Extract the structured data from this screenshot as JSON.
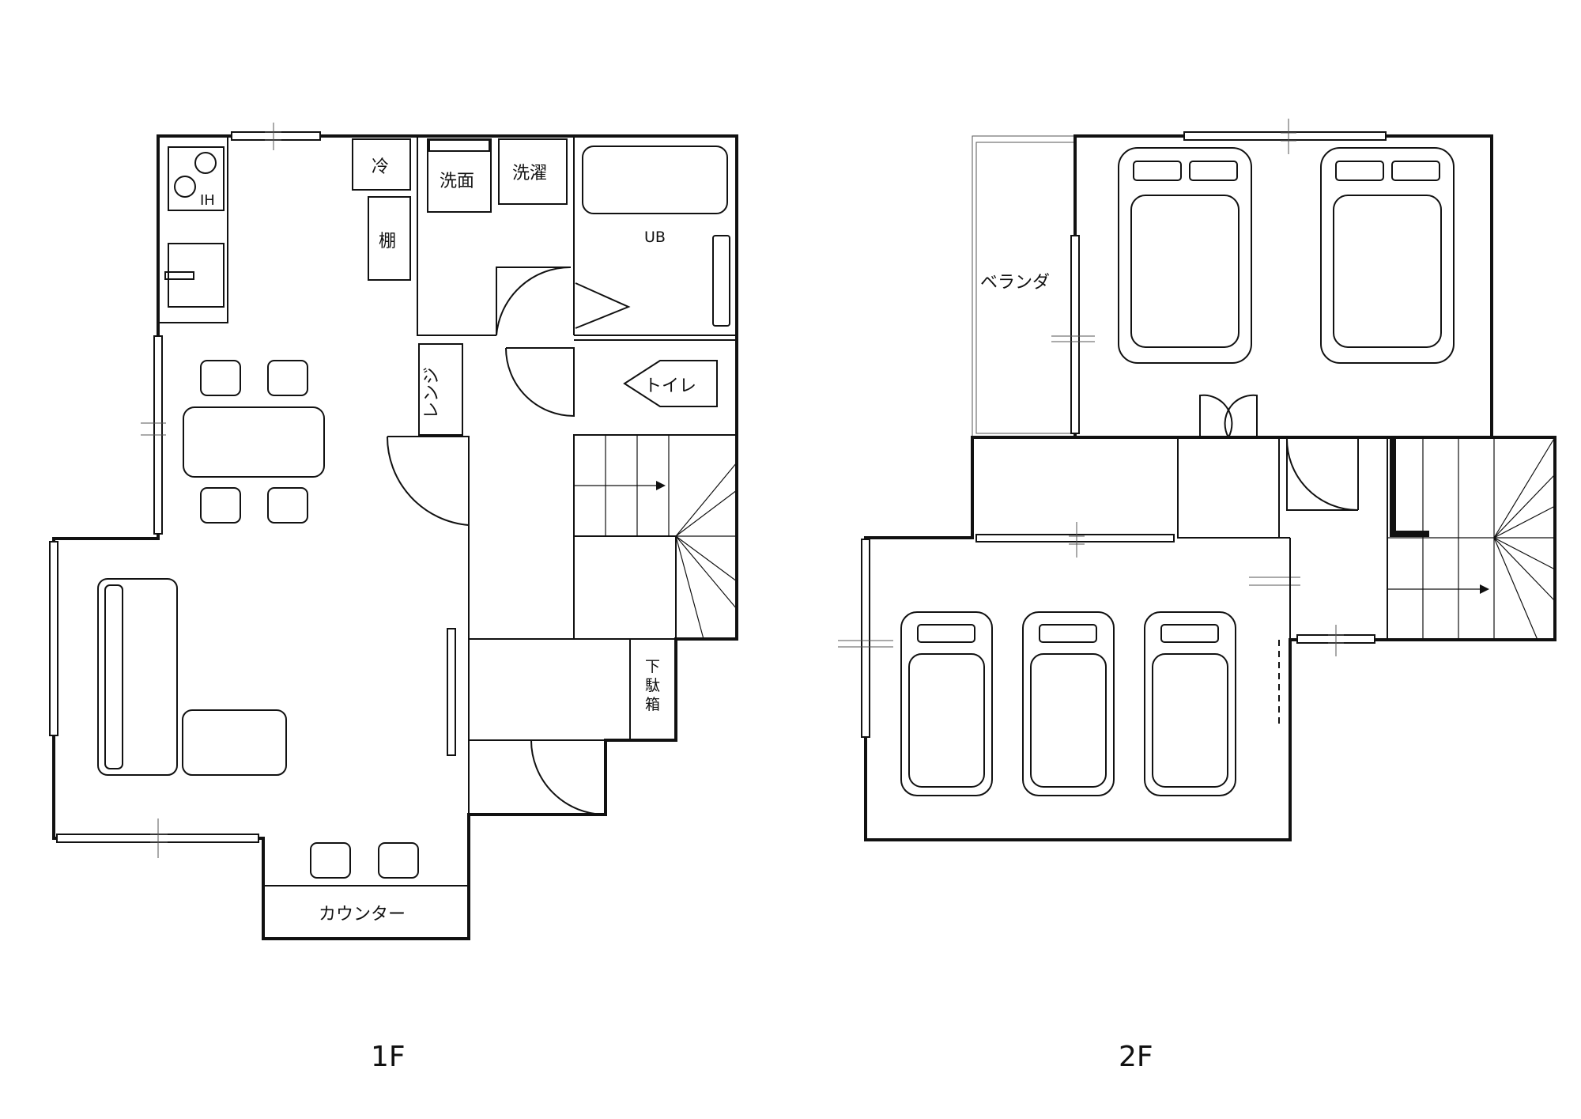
{
  "floors": {
    "first": {
      "label": "1F",
      "rooms": {
        "ih": "IH",
        "fridge": "冷",
        "shelf": "棚",
        "washbasin": "洗面",
        "laundry": "洗濯",
        "unit_bath": "UB",
        "toilet": "トイレ",
        "microwave": "レンジ",
        "shoe_cabinet": "下駄箱",
        "counter": "カウンター"
      }
    },
    "second": {
      "label": "2F",
      "rooms": {
        "veranda": "ベランダ"
      }
    }
  }
}
